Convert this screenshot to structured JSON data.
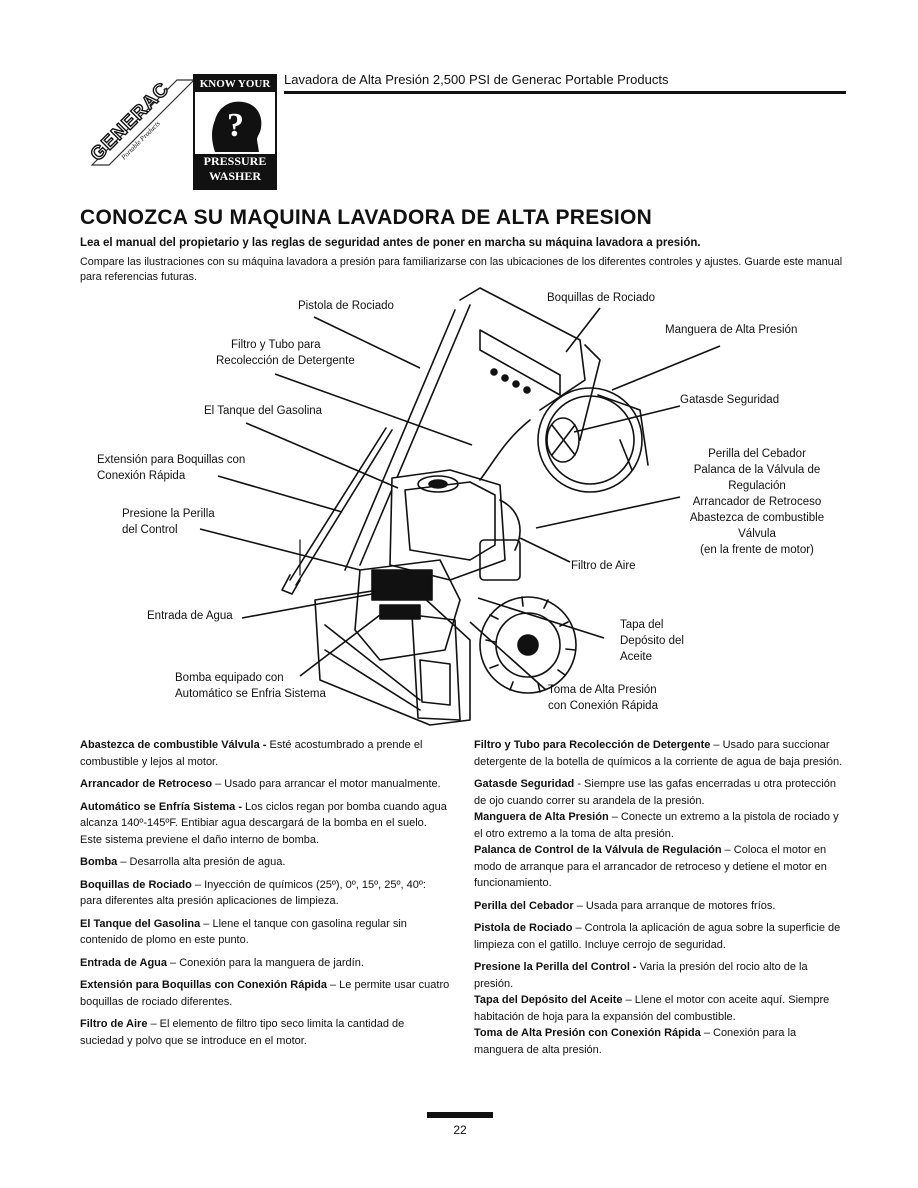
{
  "header": {
    "title": "Lavadora de Alta Presión 2,500 PSI de Generac Portable Products",
    "logo_brand": "GENERAC",
    "logo_sub": "Portable Products",
    "badge_top": "KNOW YOUR",
    "badge_bottom_1": "PRESSURE",
    "badge_bottom_2": "WASHER"
  },
  "title": "CONOZCA SU MAQUINA LAVADORA DE ALTA PRESION",
  "lead": "Lea el manual del propietario y las reglas de seguridad antes de poner en marcha su máquina lavadora a presión.",
  "intro": "Compare las ilustraciones con su máquina lavadora a presión para familiarizarse con las ubicaciones de los diferentes controles y ajustes. Guarde este manual para referencias futuras.",
  "labels": {
    "pistola": "Pistola de Rociado",
    "filtro_tubo_1": "Filtro y Tubo para",
    "filtro_tubo_2": "Recolección de Detergente",
    "tanque": "El Tanque del Gasolina",
    "extension_1": "Extensión para Boquillas con",
    "extension_2": "Conexión Rápida",
    "presione_1": "Presione la Perilla",
    "presione_2": "del Control",
    "entrada": "Entrada de Agua",
    "bomba_1": "Bomba equipado con",
    "bomba_2": "Automático se Enfria Sistema",
    "boquillas": "Boquillas de Rociado",
    "manguera": "Manguera de Alta Presión",
    "gatas": "Gatasde Seguridad",
    "perilla_1": "Perilla del Cebador",
    "perilla_2": "Palanca de la Válvula de",
    "perilla_3": "Regulación",
    "perilla_4": "Arrancador de Retroceso",
    "perilla_5": "Abastezca de combustible",
    "perilla_6": "Válvula",
    "perilla_7": "(en la frente de motor)",
    "filtro_aire": "Filtro de Aire",
    "tapa_1": "Tapa del",
    "tapa_2": "Depósito del",
    "tapa_3": "Aceite",
    "toma_1": "Toma de Alta Presión",
    "toma_2": "con Conexión Rápida"
  },
  "left_entries": [
    {
      "term": "Abastezca de combustible Válvula -",
      "text": " Esté acostumbrado a prende el combustible y lejos al motor."
    },
    {
      "term": "Arrancador de Retroceso",
      "text": " – Usado para arrancar el motor manualmente."
    },
    {
      "term": "Automático se Enfría Sistema -",
      "text": " Los ciclos regan por bomba cuando agua alcanza 140º-145ºF. Entibiar agua descargará de la bomba en el suelo. Este sistema previene el daño interno de bomba."
    },
    {
      "term": "Bomba",
      "text": " – Desarrolla alta presión de agua."
    },
    {
      "term": "Boquillas de Rociado",
      "text": " – Inyección de químicos (25º), 0º, 15º, 25º, 40º: para diferentes alta presión aplicaciones de limpieza."
    },
    {
      "term": "El Tanque del Gasolina",
      "text": " – Llene el tanque con gasolina regular sin contenido de plomo en este punto."
    },
    {
      "term": "Entrada de Agua",
      "text": " – Conexión para la manguera de jardín."
    },
    {
      "term": "Extensión para Boquillas con Conexión Rápida",
      "text": " – Le permite usar cuatro boquillas de rociado diferentes."
    },
    {
      "term": "Filtro de Aire",
      "text": " – El elemento de filtro tipo seco limita la cantidad de suciedad y polvo que se introduce en el motor."
    }
  ],
  "right_entries": [
    {
      "term": "Filtro y Tubo para Recolección de Detergente",
      "text": " – Usado para succionar detergente de la botella de químicos a la corriente de agua de baja presión."
    },
    {
      "term": "Gatasde Seguridad",
      "text": " - Siempre use las gafas encerradas u otra protección de ojo cuando correr su arandela de la presión."
    },
    {
      "term": "Manguera de Alta Presión",
      "text": " – Conecte un extremo a la pistola de rociado y el otro extremo a la toma de alta presión."
    },
    {
      "term": "Palanca de Control de la Válvula de Regulación",
      "text": " – Coloca el motor en modo de arranque para el arrancador de retroceso y detiene el motor en funcionamiento."
    },
    {
      "term": "Perilla del Cebador",
      "text": " – Usada para arranque de motores fríos."
    },
    {
      "term": "Pistola de Rociado",
      "text": " – Controla la aplicación de agua sobre la superficie de limpieza con el gatillo. Incluye cerrojo de seguridad."
    },
    {
      "term": "Presione la Perilla del Control -",
      "text": " Varia la presión del rocio alto de la presión."
    },
    {
      "term": "Tapa del Depósito del Aceite",
      "text": " – Llene el motor con aceite aquí. Siempre habitación de hoja para la expansión del combustible."
    },
    {
      "term": "Toma de Alta Presión con Conexión Rápida",
      "text": " – Conexión para la manguera de alta presión."
    }
  ],
  "page_number": "22"
}
